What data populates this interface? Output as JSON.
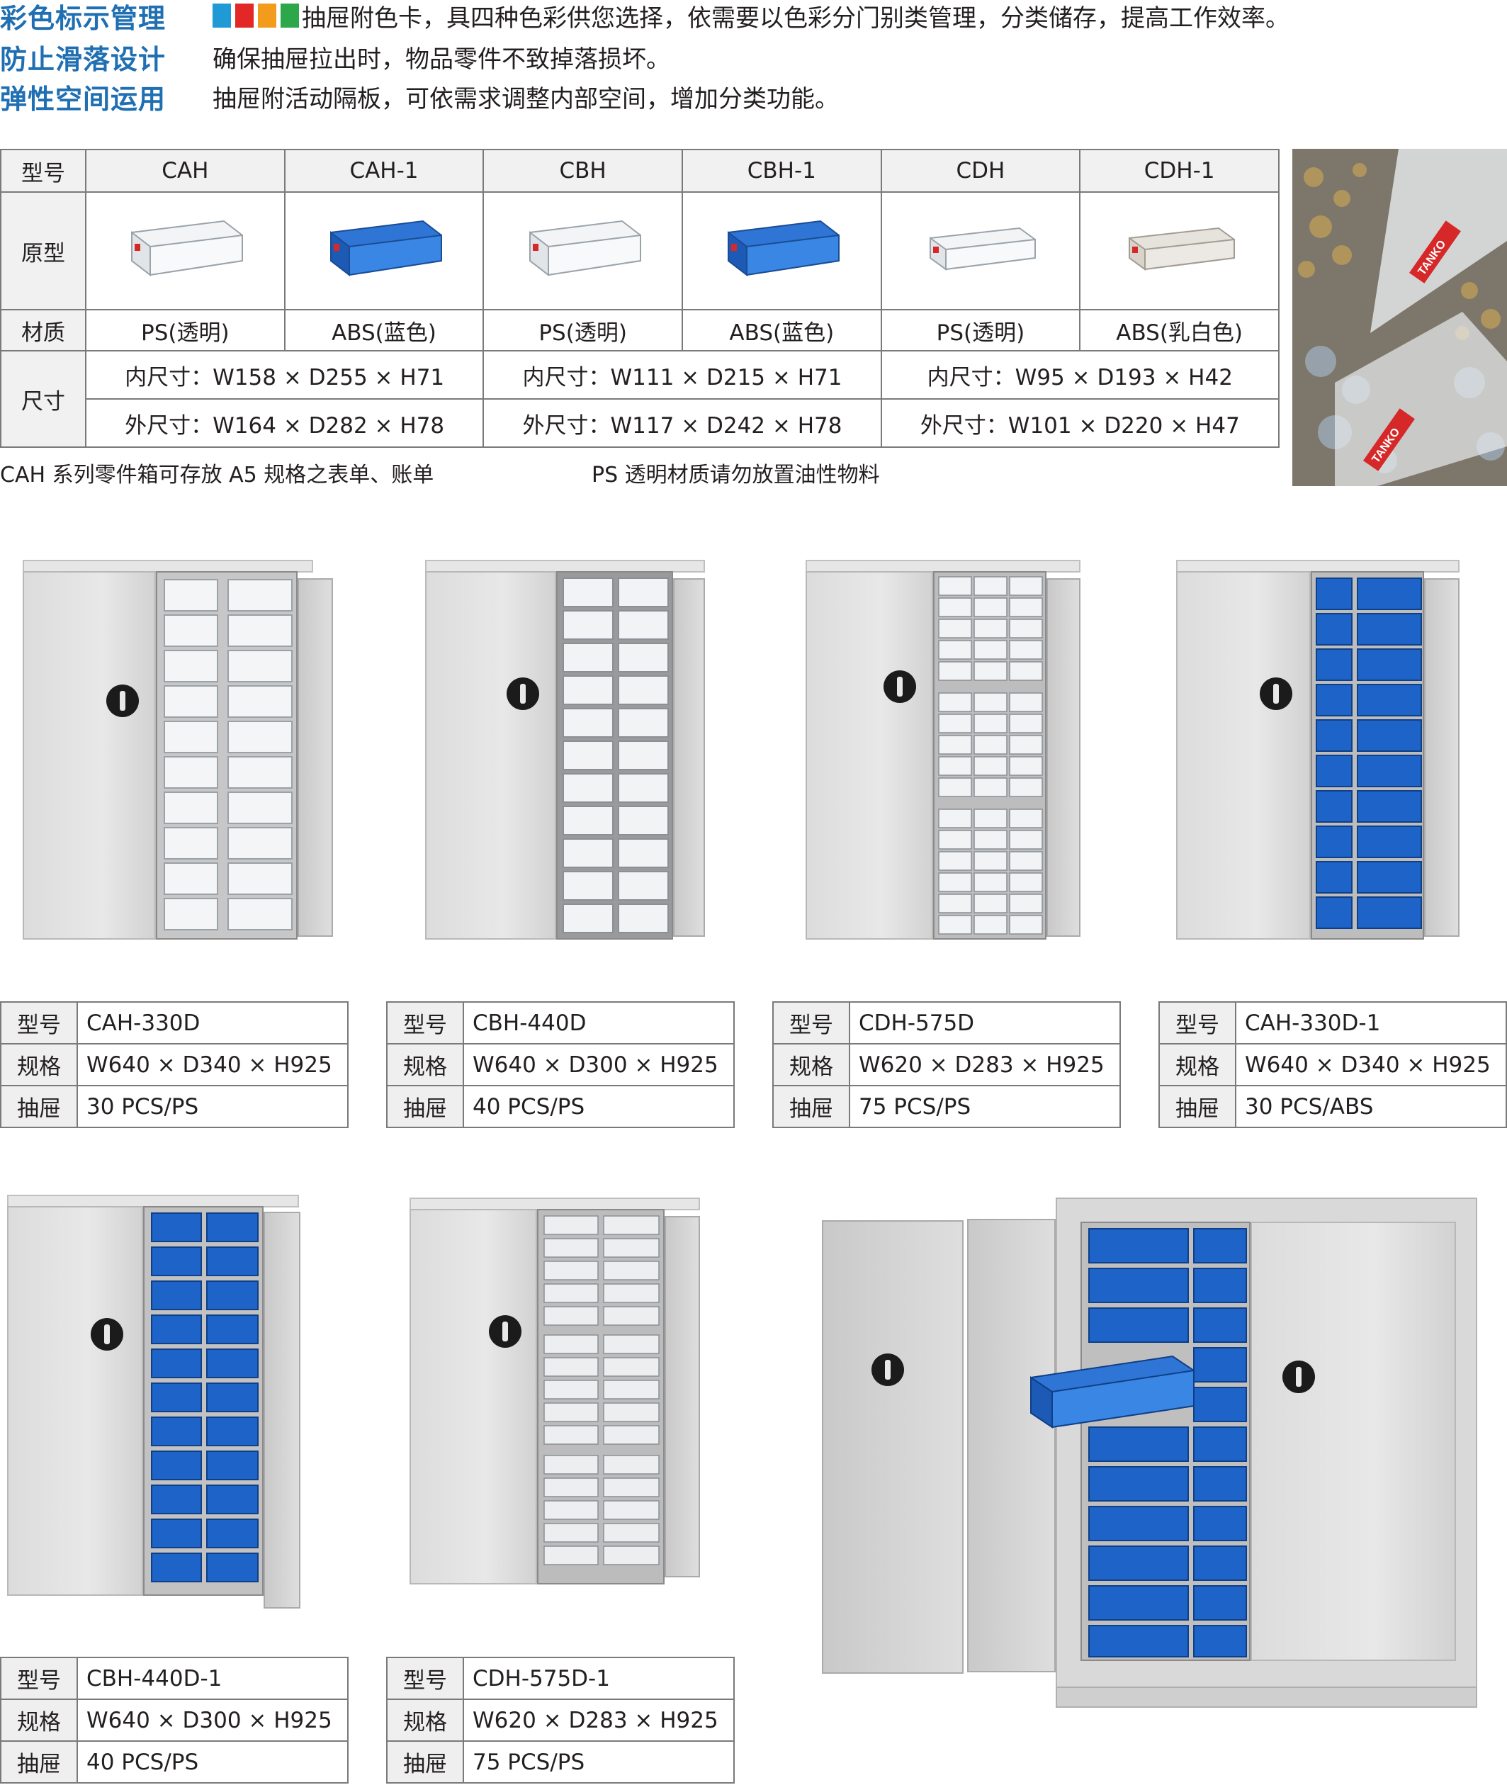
{
  "features": [
    {
      "title": "彩色标示管理",
      "desc": "抽屉附色卡，具四种色彩供您选择，依需要以色彩分门别类管理，分类储存，提高工作效率。"
    },
    {
      "title": "防止滑落设计",
      "desc": "确保抽屉拉出时，物品零件不致掉落损坏。"
    },
    {
      "title": "弹性空间运用",
      "desc": "抽屉附活动隔板，可依需求调整内部空间，增加分类功能。"
    }
  ],
  "color_swatches": [
    "#1f9ad6",
    "#e32626",
    "#f29b1c",
    "#2ca84a"
  ],
  "spec_table": {
    "labels": {
      "model": "型号",
      "prototype": "原型",
      "material": "材质",
      "size": "尺寸"
    },
    "models": [
      "CAH",
      "CAH-1",
      "CBH",
      "CBH-1",
      "CDH",
      "CDH-1"
    ],
    "materials": [
      "PS(透明)",
      "ABS(蓝色)",
      "PS(透明)",
      "ABS(蓝色)",
      "PS(透明)",
      "ABS(乳白色)"
    ],
    "inner": [
      "内尺寸：W158 × D255 × H71",
      "内尺寸：W111 × D215 × H71",
      "内尺寸：W95 × D193 × H42"
    ],
    "outer": [
      "外尺寸：W164 × D282 × H78",
      "外尺寸：W117 × D242 × H78",
      "外尺寸：W101 × D220 × H47"
    ]
  },
  "notes": {
    "left": "CAH 系列零件箱可存放 A5 规格之表单、账单",
    "right": "PS 透明材质请勿放置油性物料"
  },
  "photo_labels": {
    "label_a": "TANKO",
    "label_b": "TANKO"
  },
  "info_labels": {
    "model": "型号",
    "spec": "规格",
    "drawer": "抽屉"
  },
  "products": [
    {
      "model": "CAH-330D",
      "spec": "W640 × D340 × H925",
      "drawer": "30 PCS/PS"
    },
    {
      "model": "CBH-440D",
      "spec": "W640 × D300 × H925",
      "drawer": "40 PCS/PS"
    },
    {
      "model": "CDH-575D",
      "spec": "W620 × D283 × H925",
      "drawer": "75 PCS/PS"
    },
    {
      "model": "CAH-330D-1",
      "spec": "W640 × D340 × H925",
      "drawer": "30 PCS/ABS"
    },
    {
      "model": "CBH-440D-1",
      "spec": "W640 × D300 × H925",
      "drawer": "40 PCS/PS"
    },
    {
      "model": "CDH-575D-1",
      "spec": "W620 × D283 × H925",
      "drawer": "75 PCS/PS"
    }
  ],
  "colors": {
    "title_blue": "#1f6fb2",
    "drawer_clear": "#eef1f3",
    "drawer_blue": "#1e63c8",
    "cabinet_grey": "#d9d9d9",
    "label_red": "#d62828"
  }
}
